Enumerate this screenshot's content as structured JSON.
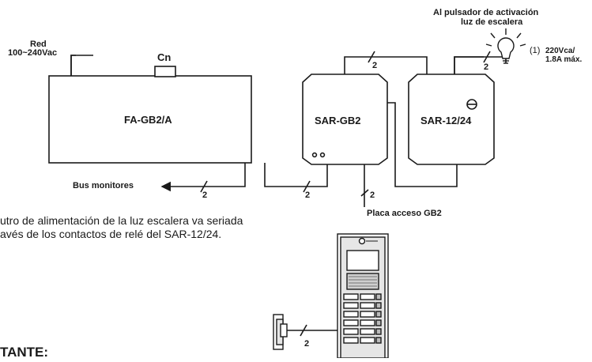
{
  "labels": {
    "red": "Red",
    "red_voltage": "100~240Vac",
    "cn": "Cn",
    "fa_unit": "FA-GB2/A",
    "sar_gb2": "SAR-GB2",
    "sar_1224": "SAR-12/24",
    "bus_monitores": "Bus monitores",
    "placa_acceso": "Placa acceso GB2",
    "pulsador_line1": "Al pulsador de activación",
    "pulsador_line2": "luz de escalera",
    "rating_note": "(1)",
    "rating_voltage": "220Vca/",
    "rating_current": "1.8A máx.",
    "wire_count": "2",
    "note_line1": "utro de alimentación de la luz escalera va seriada",
    "note_line2": "avés de los contactos de relé del SAR-12/24.",
    "importante": "TANTE:"
  },
  "icons": [
    "lamp-icon",
    "door-lock-icon",
    "logo-icon",
    "speaker-grille-icon"
  ],
  "colors": {
    "line": "#1a1a1a",
    "box_fill": "#ffffff",
    "panel_fill": "#e6e6e6"
  }
}
